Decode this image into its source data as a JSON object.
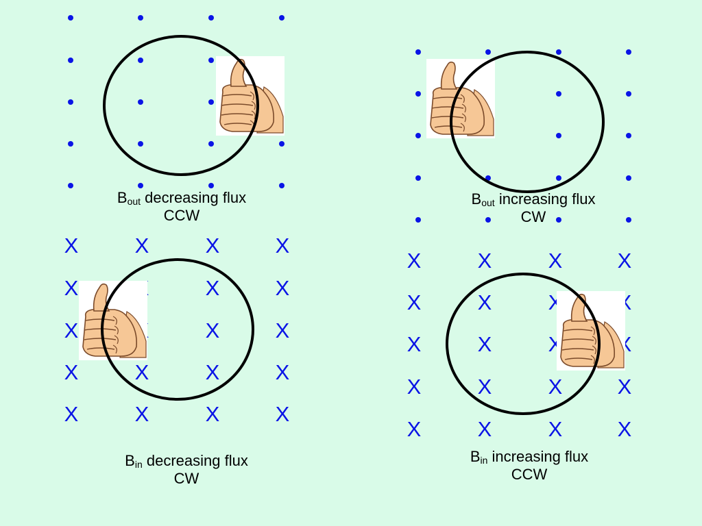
{
  "colors": {
    "background": "#d9fbe8",
    "field_symbol": "#0a14e6",
    "loop": "#000000",
    "skin": "#f6c796",
    "skin_outline": "#7a4a2a"
  },
  "panels": [
    {
      "field": "out",
      "symbol": "dot",
      "thumb_direction": "up",
      "caption": {
        "b": "B",
        "sub": "out",
        "rest": " decreasing flux",
        "direction": "CCW"
      }
    },
    {
      "field": "out",
      "symbol": "dot",
      "thumb_direction": "up",
      "caption": {
        "b": "B",
        "sub": "out",
        "rest": " increasing flux",
        "direction": "CW"
      }
    },
    {
      "field": "in",
      "symbol": "cross",
      "symbol_text": "X",
      "thumb_direction": "up",
      "caption": {
        "b": "B",
        "sub": "in",
        "rest": " decreasing flux",
        "direction": "CW"
      }
    },
    {
      "field": "in",
      "symbol": "cross",
      "symbol_text": "X",
      "thumb_direction": "up",
      "caption": {
        "b": "B",
        "sub": "in",
        "rest": " increasing flux",
        "direction": "CCW"
      }
    }
  ],
  "icons": [
    "thumbs-up-hand-icon",
    "field-out-dot-icon",
    "field-in-cross-icon"
  ]
}
